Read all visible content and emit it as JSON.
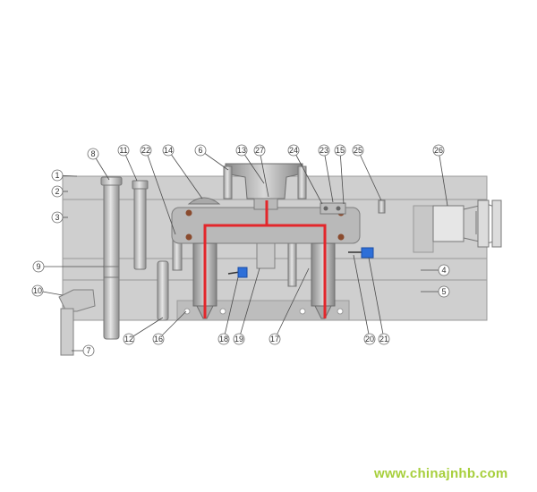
{
  "watermark": "www.chinajnhb.com",
  "colors": {
    "plate": "#cfcfcf",
    "plate_stroke": "#9a9a9a",
    "channel": "#e3262b",
    "heater": "#8a4b2e",
    "watermark": "#a7cf3c",
    "connector": "#2e6fd8"
  },
  "callouts": [
    {
      "id": "1",
      "label": "1"
    },
    {
      "id": "2",
      "label": "2"
    },
    {
      "id": "3",
      "label": "3"
    },
    {
      "id": "4",
      "label": "4"
    },
    {
      "id": "5",
      "label": "5"
    },
    {
      "id": "6",
      "label": "6"
    },
    {
      "id": "7",
      "label": "7"
    },
    {
      "id": "8",
      "label": "8"
    },
    {
      "id": "9",
      "label": "9"
    },
    {
      "id": "10",
      "label": "10"
    },
    {
      "id": "11",
      "label": "11"
    },
    {
      "id": "12",
      "label": "12"
    },
    {
      "id": "13",
      "label": "13"
    },
    {
      "id": "14",
      "label": "14"
    },
    {
      "id": "15",
      "label": "15"
    },
    {
      "id": "16",
      "label": "16"
    },
    {
      "id": "17",
      "label": "17"
    },
    {
      "id": "18",
      "label": "18"
    },
    {
      "id": "19",
      "label": "19"
    },
    {
      "id": "20",
      "label": "20"
    },
    {
      "id": "21",
      "label": "21"
    },
    {
      "id": "22",
      "label": "22"
    },
    {
      "id": "23",
      "label": "23"
    },
    {
      "id": "24",
      "label": "24"
    },
    {
      "id": "25",
      "label": "25"
    },
    {
      "id": "26",
      "label": "26"
    },
    {
      "id": "27",
      "label": "27"
    }
  ]
}
